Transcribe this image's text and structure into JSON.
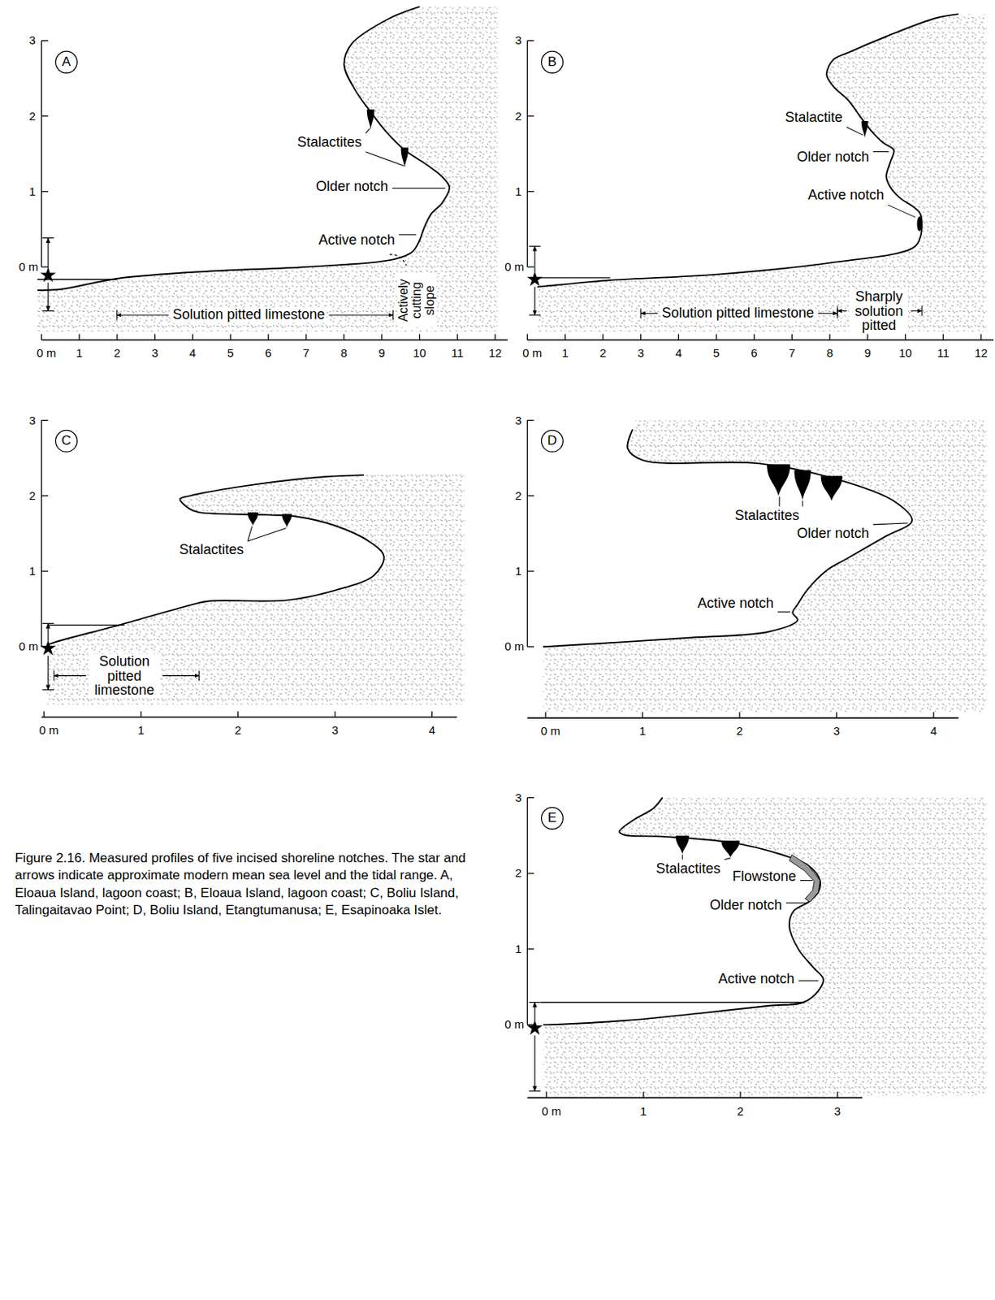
{
  "diagram": {
    "caption": "Figure 2.16. Measured profiles of five incised shoreline notches. The star and arrows indicate approximate modern mean sea level and the tidal range. A, Eloaua Island, lagoon coast; B, Eloaua Island, lagoon coast; C, Boliu Island, Talingaitavao Point; D, Boliu Island, Etangtumanusa; E, Esapinoaka Islet.",
    "labels": [
      "A",
      "3",
      "2",
      "1",
      "0 m",
      "0 m",
      "1",
      "2",
      "3",
      "4",
      "5",
      "6",
      "7",
      "8",
      "9",
      "10",
      "11",
      "12",
      "Stalactites",
      "Older notch",
      "Active notch",
      "Solution pitted limestone",
      "Actively cutting slope",
      "B",
      "3",
      "2",
      "1",
      "0 m",
      "0 m",
      "1",
      "2",
      "3",
      "4",
      "5",
      "6",
      "7",
      "8",
      "9",
      "10",
      "11",
      "12",
      "Stalactite",
      "Older notch",
      "Active notch",
      "Solution pitted limestone",
      "Sharply solution pitted",
      "C",
      "3",
      "2",
      "1",
      "0 m",
      "0 m",
      "1",
      "2",
      "3",
      "4",
      "Stalactites",
      "Solution pitted limestone",
      "D",
      "3",
      "2",
      "1",
      "0 m",
      "0 m",
      "1",
      "2",
      "3",
      "4",
      "Stalactites",
      "Older notch",
      "Active notch",
      "E",
      "3",
      "2",
      "1",
      "0 m",
      "0 m",
      "1",
      "2",
      "3",
      "Stalactites",
      "Flowstone",
      "Older notch",
      "Active notch"
    ]
  }
}
